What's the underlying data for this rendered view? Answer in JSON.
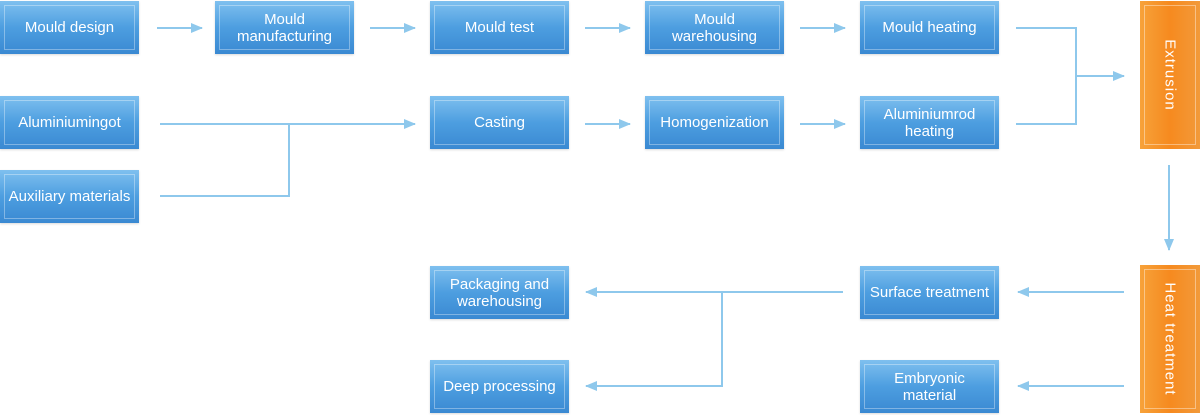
{
  "colors": {
    "box": "#4d9ee0",
    "accent": "#f68a1f",
    "connector": "#8ec8ec"
  },
  "nodes": {
    "mould_design": "Mould design",
    "mould_manufacturing": "Mould manufacturing",
    "mould_test": "Mould test",
    "mould_warehousing": "Mould warehousing",
    "mould_heating": "Mould heating",
    "extrusion": "Extrusion",
    "aluminium_ingot": "Aluminiumingot",
    "auxiliary_materials": "Auxiliary materials",
    "casting": "Casting",
    "homogenization": "Homogenization",
    "aluminium_rod_heating": "Aluminiumrod heating",
    "heat_treatment": "Heat treatment",
    "surface_treatment": "Surface treatment",
    "packaging": "Packaging and warehousing",
    "embryonic_material": "Embryonic material",
    "deep_processing": "Deep processing"
  },
  "connections": [
    [
      "mould_design",
      "mould_manufacturing"
    ],
    [
      "mould_manufacturing",
      "mould_test"
    ],
    [
      "mould_test",
      "mould_warehousing"
    ],
    [
      "mould_warehousing",
      "mould_heating"
    ],
    [
      "mould_heating",
      "extrusion"
    ],
    [
      "aluminium_ingot",
      "casting"
    ],
    [
      "auxiliary_materials",
      "casting"
    ],
    [
      "casting",
      "homogenization"
    ],
    [
      "homogenization",
      "aluminium_rod_heating"
    ],
    [
      "aluminium_rod_heating",
      "extrusion"
    ],
    [
      "extrusion",
      "heat_treatment"
    ],
    [
      "heat_treatment",
      "surface_treatment"
    ],
    [
      "heat_treatment",
      "embryonic_material"
    ],
    [
      "surface_treatment",
      "packaging"
    ],
    [
      "surface_treatment",
      "deep_processing"
    ]
  ]
}
